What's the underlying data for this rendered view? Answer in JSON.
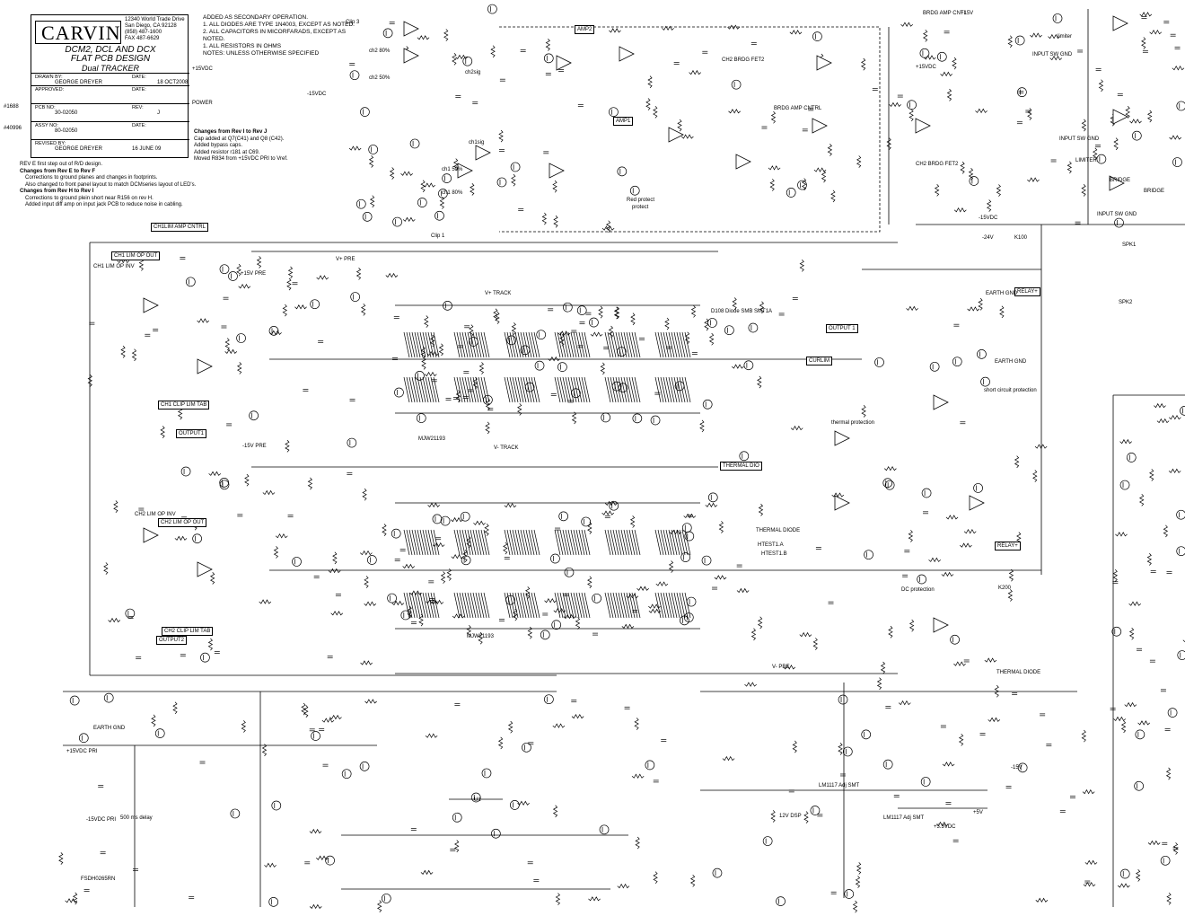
{
  "title_block": {
    "brand": "CARVIN",
    "address": [
      "12340 World Trade Drive",
      "San Diego, CA  92128",
      "(858) 487-1600",
      "FAX 487-6629"
    ],
    "model_lines": [
      "DCM2, DCL AND DCX",
      "FLAT PCB DESIGN"
    ],
    "subtitle": "Dual TRACKER",
    "drawn_by_label": "DRAWN BY:",
    "drawn_by": "GEORGE DREYER",
    "date_label": "DATE:",
    "date": "18 OCT2008",
    "approved_label": "APPROVED:",
    "pcb_label": "PCB NO:",
    "pcb_no": "30-02050",
    "rev_label": "REV:",
    "rev": "J",
    "assy_label": "ASSY NO:",
    "assy_no": "80-02050",
    "revised_by_label": "REVISED BY:",
    "revised_by": "GEORGE DREYER",
    "rev_date": "16 JUNE 09"
  },
  "side_tags": [
    "#1688",
    "#40996"
  ],
  "notes": [
    "ADDED AS SECONDARY OPERATION.",
    "1. ALL DIODES ARE TYPE 1N4003, EXCEPT AS NOTED.",
    "2. ALL CAPACITORS IN MICORFARADS, EXCEPT AS NOTED.",
    "1. ALL RESISTORS IN OHMS",
    "NOTES: UNLESS OTHERWISE SPECIFIED"
  ],
  "changes_j": {
    "heading": "Changes from Rev I to Rev J",
    "lines": [
      "Cap added at Q7(C41) and Q8 (C42).",
      "Added bypass caps.",
      "Added resistor r181 at C69.",
      "Moved R834 from +15VDC PRI to Vref."
    ]
  },
  "rev_log": [
    {
      "text": "REV E first step out of R/D design.",
      "bold": false
    },
    {
      "text": "Changes from Rev E to Rev F",
      "bold": true
    },
    {
      "text": "Corrections to ground planes and changes in footprints.",
      "bold": false
    },
    {
      "text": "Also changed to front panel layout to match DCMseries layout of LED's.",
      "bold": false
    },
    {
      "text": "Changes from Rev H to Rev I",
      "bold": true
    },
    {
      "text": "Corrections to ground plein short near R156 on rev H.",
      "bold": false
    },
    {
      "text": "Added input diff amp on input jack PCB to reduce noise in cabling.",
      "bold": false
    }
  ],
  "net_labels": [
    {
      "id": "clip3",
      "text": "Clip 3"
    },
    {
      "id": "clip1",
      "text": "Clip 1"
    },
    {
      "id": "amp2",
      "text": "AMP2"
    },
    {
      "id": "amp1",
      "text": "AMP1"
    },
    {
      "id": "power",
      "text": "POWER"
    },
    {
      "id": "ch2_80",
      "text": "ch2 80%"
    },
    {
      "id": "ch2_50",
      "text": "ch2 50%"
    },
    {
      "id": "ch1_50",
      "text": "ch1 50%"
    },
    {
      "id": "ch1_80",
      "text": "ch1 80%"
    },
    {
      "id": "ch1sig",
      "text": "ch1sig"
    },
    {
      "id": "ch2sig",
      "text": "ch2sig"
    },
    {
      "id": "red_protect",
      "text": "Red protect"
    },
    {
      "id": "protect",
      "text": "protect"
    },
    {
      "id": "ch1limampcntrl",
      "text": "CH1LIM AMP CNTRL"
    },
    {
      "id": "ch1limopout",
      "text": "CH1 LIM OP OUT"
    },
    {
      "id": "ch1limopinv",
      "text": "CH1 LIM OP INV"
    },
    {
      "id": "ch1cliplimtab",
      "text": "CH1 CLIP LIM TAB"
    },
    {
      "id": "output1",
      "text": "OUTPUT1"
    },
    {
      "id": "ch2limopinv",
      "text": "CH2 LIM OP INV"
    },
    {
      "id": "ch2limopout",
      "text": "CH2 LIM OP OUT"
    },
    {
      "id": "ch2cliplimtab",
      "text": "CH2 CLIP LIM TAB"
    },
    {
      "id": "output2",
      "text": "OUTPUT2"
    },
    {
      "id": "vtrack",
      "text": "V+ TRACK"
    },
    {
      "id": "vntrack",
      "text": "V- TRACK"
    },
    {
      "id": "output1b",
      "text": "OUTPUT 1"
    },
    {
      "id": "curlim",
      "text": "CURLIM"
    },
    {
      "id": "thermal_dio",
      "text": "THERMAL DIO"
    },
    {
      "id": "thermal_diode",
      "text": "THERMAL DIODE"
    },
    {
      "id": "thermal_diode2",
      "text": "THERMAL DIODE"
    },
    {
      "id": "htest1a",
      "text": "HTEST1.A"
    },
    {
      "id": "htest1b",
      "text": "HTEST1.B"
    },
    {
      "id": "relay_a",
      "text": "RELAY+"
    },
    {
      "id": "relay_b",
      "text": "RELAY+"
    },
    {
      "id": "earthgnd",
      "text": "EARTH GND"
    },
    {
      "id": "earthgnd2",
      "text": "EARTH GND"
    },
    {
      "id": "short_circuit",
      "text": "short circuit protection"
    },
    {
      "id": "thermal_protection",
      "text": "thermal protection"
    },
    {
      "id": "dc_protection",
      "text": "DC protection"
    },
    {
      "id": "bridge",
      "text": "BRIDGE"
    },
    {
      "id": "bridge2",
      "text": "BRIDGE"
    },
    {
      "id": "limiter",
      "text": "limiter"
    },
    {
      "id": "limiter2",
      "text": "LIMITER"
    },
    {
      "id": "bridg_amp_cntl",
      "text": "BRDG AMP CNTL"
    },
    {
      "id": "bridg_amp_cntrl",
      "text": "BRDG AMP CNTRL"
    },
    {
      "id": "ch2_brdg_fet2",
      "text": "CH2 BRDG FET2"
    },
    {
      "id": "ch2_brdg_fet2b",
      "text": "CH2 BRDG FET2"
    },
    {
      "id": "input_sw_gnd",
      "text": "INPUT SW GND"
    },
    {
      "id": "input_sw_gnd2",
      "text": "INPUT SW GND"
    },
    {
      "id": "input_sw_gnd3",
      "text": "INPUT SW GND"
    },
    {
      "id": "spk1",
      "text": "SPK1"
    },
    {
      "id": "spk2",
      "text": "SPK2"
    },
    {
      "id": "p15vdc_1",
      "text": "+15VDC"
    },
    {
      "id": "m15vdc_1",
      "text": "-15VDC"
    },
    {
      "id": "p15vdc_2",
      "text": "+15VDC"
    },
    {
      "id": "m15vdc_2",
      "text": "-15VDC"
    },
    {
      "id": "p15vdc_pri",
      "text": "+15VDC PRI"
    },
    {
      "id": "m15vdc_pri",
      "text": "-15VDC PRI"
    },
    {
      "id": "vplus_pre",
      "text": "V+ PRE"
    },
    {
      "id": "vminus_pre",
      "text": "V- PRE"
    },
    {
      "id": "p15vpre",
      "text": "+15V PRE"
    },
    {
      "id": "m15vpre",
      "text": "-15V PRE"
    },
    {
      "id": "p15v",
      "text": "+15V"
    },
    {
      "id": "m15v",
      "text": "-15V"
    },
    {
      "id": "p5v",
      "text": "+5V"
    },
    {
      "id": "p33vdc",
      "text": "+3.3VDC"
    },
    {
      "id": "lm1117",
      "text": "LM1117 Adj SMT"
    },
    {
      "id": "lm1117b",
      "text": "LM1117 Adj SMT"
    },
    {
      "id": "mjw21193",
      "text": "MJW21193"
    },
    {
      "id": "mjw21194",
      "text": "MJW21193"
    },
    {
      "id": "vfrom12",
      "text": "12V DSP"
    },
    {
      "id": "p24v",
      "text": "-24V"
    },
    {
      "id": "k100",
      "text": "K100"
    },
    {
      "id": "k200",
      "text": "K200"
    },
    {
      "id": "fsdh",
      "text": "FSDH0265RN"
    },
    {
      "id": "u1",
      "text": "U1"
    },
    {
      "id": "d108",
      "text": "D108 Diode SMB SMT1A"
    },
    {
      "id": "delay500",
      "text": "500 ms delay"
    },
    {
      "id": "earthgnd3",
      "text": "EARTH GND"
    }
  ]
}
